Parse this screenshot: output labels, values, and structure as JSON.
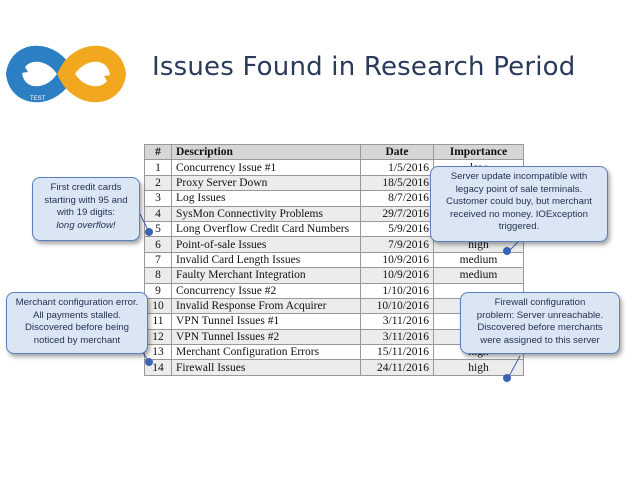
{
  "slide": {
    "title": "Issues Found in Research Period",
    "logo_labels": {
      "test": "TEST"
    }
  },
  "table": {
    "headers": [
      "#",
      "Description",
      "Date",
      "Importance"
    ],
    "rows": [
      {
        "n": "1",
        "desc": "Concurrency Issue #1",
        "date": "1/5/2016",
        "imp": "low"
      },
      {
        "n": "2",
        "desc": "Proxy Server Down",
        "date": "18/5/2016",
        "imp": ""
      },
      {
        "n": "3",
        "desc": "Log Issues",
        "date": "8/7/2016",
        "imp": ""
      },
      {
        "n": "4",
        "desc": "SysMon Connectivity Problems",
        "date": "29/7/2016",
        "imp": ""
      },
      {
        "n": "5",
        "desc": "Long Overflow Credit Card Numbers",
        "date": "5/9/2016",
        "imp": ""
      },
      {
        "n": "6",
        "desc": "Point-of-sale Issues",
        "date": "7/9/2016",
        "imp": "high"
      },
      {
        "n": "7",
        "desc": "Invalid Card Length Issues",
        "date": "10/9/2016",
        "imp": "medium"
      },
      {
        "n": "8",
        "desc": "Faulty Merchant Integration",
        "date": "10/9/2016",
        "imp": "medium"
      },
      {
        "n": "9",
        "desc": "Concurrency Issue #2",
        "date": "1/10/2016",
        "imp": ""
      },
      {
        "n": "10",
        "desc": "Invalid Response From Acquirer",
        "date": "10/10/2016",
        "imp": ""
      },
      {
        "n": "11",
        "desc": "VPN Tunnel Issues #1",
        "date": "3/11/2016",
        "imp": ""
      },
      {
        "n": "12",
        "desc": "VPN Tunnel Issues #2",
        "date": "3/11/2016",
        "imp": ""
      },
      {
        "n": "13",
        "desc": "Merchant Configuration Errors",
        "date": "15/11/2016",
        "imp": "high"
      },
      {
        "n": "14",
        "desc": "Firewall Issues",
        "date": "24/11/2016",
        "imp": "high"
      }
    ]
  },
  "callouts": {
    "credit": [
      "First credit cards",
      "starting with 95 and",
      "with 19 digits:",
      "long overflow!"
    ],
    "merchant": [
      "Merchant configuration error.",
      "All payments stalled.",
      "Discovered before being",
      "noticed by merchant"
    ],
    "server": [
      "Server update incompatible with",
      "legacy point of sale terminals.",
      "Customer could buy, but merchant",
      "received no money. IOException",
      "triggered."
    ],
    "firewall": [
      "Firewall configuration",
      "problem: Server unreachable.",
      "Discovered before merchants",
      "were assigned to this server"
    ]
  },
  "colors": {
    "callout_fill": "#dbe6f5",
    "callout_border": "#5b7fc0",
    "dot": "#3a64b6",
    "title": "#2a3a5a"
  }
}
